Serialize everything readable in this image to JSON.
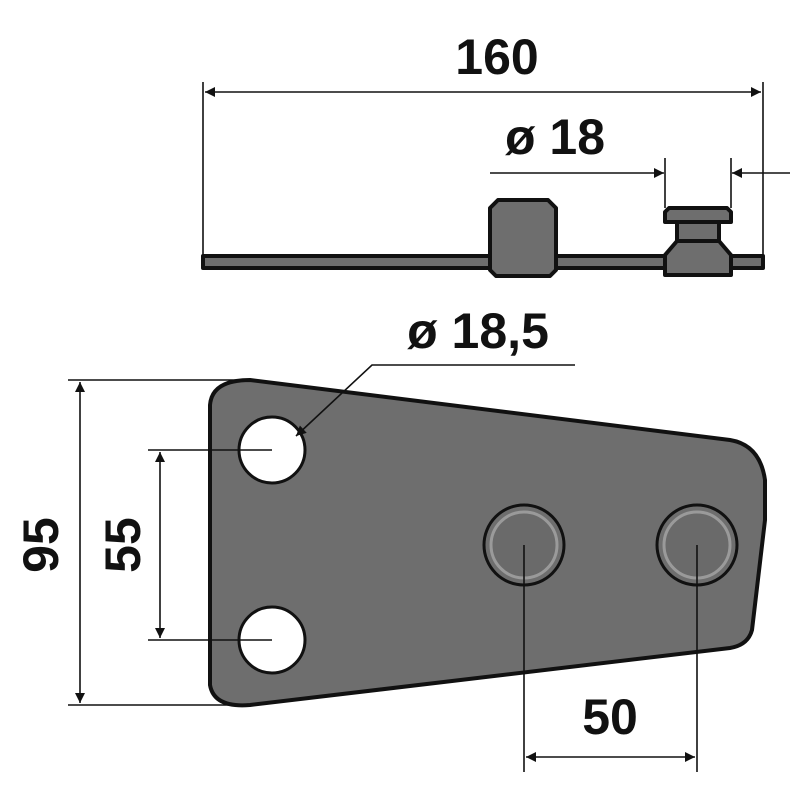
{
  "dimensions": {
    "overall_length": "160",
    "bolt_diameter": "ø 18",
    "hole_diameter": "ø 18,5",
    "overall_height": "95",
    "hole_spacing": "55",
    "bolt_spacing": "50"
  },
  "colors": {
    "part_fill": "#6e6e6e",
    "line": "#111111",
    "hole": "#ffffff"
  }
}
